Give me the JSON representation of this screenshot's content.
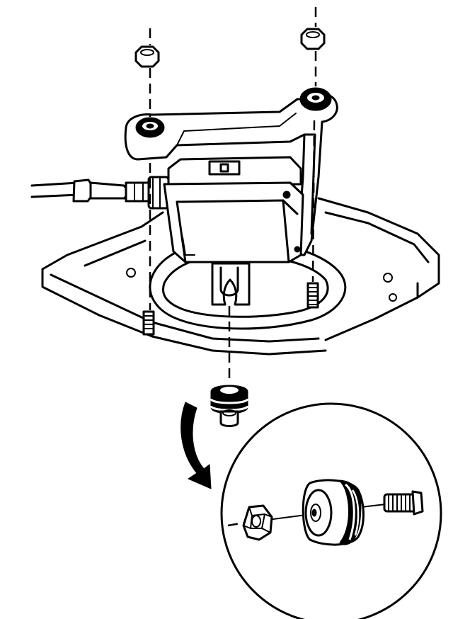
{
  "diagram": {
    "ink_color": "#000000",
    "background_color": "#ffffff",
    "parts": [
      "mounting-plate",
      "actuator-module",
      "mounting-bracket",
      "cable",
      "cable-connector",
      "retaining-nut",
      "grommet",
      "stud",
      "detail-nut",
      "detail-grommet",
      "detail-spring",
      "detail-circle",
      "detail-arrow"
    ]
  }
}
